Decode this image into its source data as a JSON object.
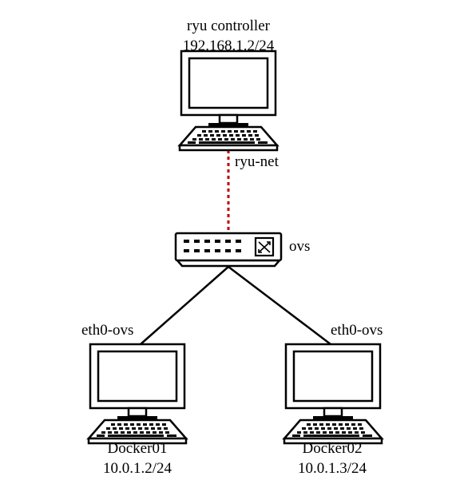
{
  "colors": {
    "stroke": "#000000",
    "controller_link": "#c00000",
    "background": "#ffffff"
  },
  "controller": {
    "icon": "computer-icon",
    "name": "ryu controller",
    "ip": "192.168.1.2/24"
  },
  "controller_link": {
    "label": "ryu-net",
    "style": "dotted"
  },
  "switch": {
    "icon": "switch-icon",
    "name": "ovs"
  },
  "hosts": [
    {
      "icon": "computer-icon",
      "name": "Docker01",
      "ip": "10.0.1.2/24",
      "interface": "eth0-ovs"
    },
    {
      "icon": "computer-icon",
      "name": "Docker02",
      "ip": "10.0.1.3/24",
      "interface": "eth0-ovs"
    }
  ]
}
